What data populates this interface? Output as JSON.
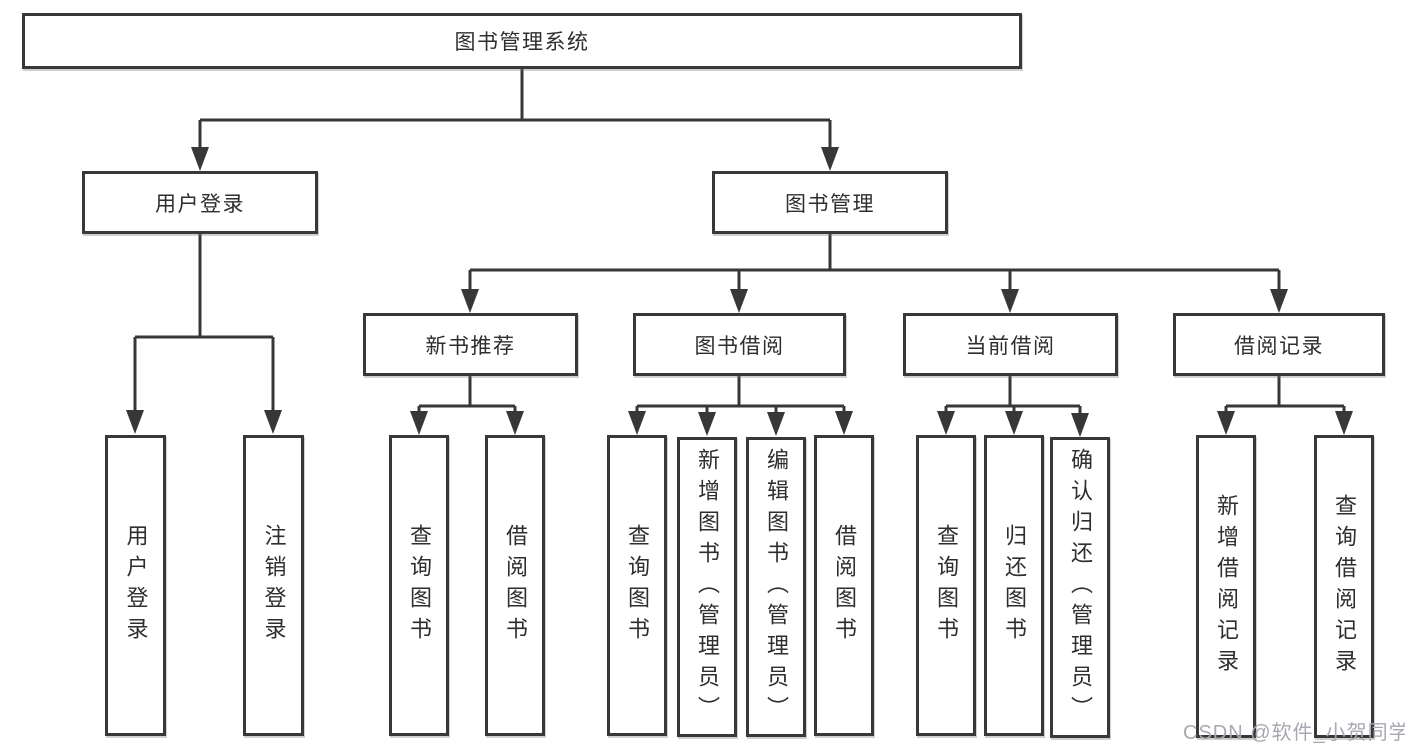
{
  "tree": {
    "label": "图书管理系统",
    "children": [
      {
        "label": "用户登录",
        "children": [
          {
            "label": "用户登录"
          },
          {
            "label": "注销登录"
          }
        ]
      },
      {
        "label": "图书管理",
        "children": [
          {
            "label": "新书推荐",
            "children": [
              {
                "label": "查询图书"
              },
              {
                "label": "借阅图书"
              }
            ]
          },
          {
            "label": "图书借阅",
            "children": [
              {
                "label": "查询图书"
              },
              {
                "label": "新增图书（管理员）"
              },
              {
                "label": "编辑图书（管理员）"
              },
              {
                "label": "借阅图书"
              }
            ]
          },
          {
            "label": "当前借阅",
            "children": [
              {
                "label": "查询图书"
              },
              {
                "label": "归还图书"
              },
              {
                "label": "确认归还（管理员）"
              }
            ]
          },
          {
            "label": "借阅记录",
            "children": [
              {
                "label": "新增借阅记录"
              },
              {
                "label": "查询借阅记录"
              }
            ]
          }
        ]
      }
    ]
  },
  "watermark": {
    "text": "CSDN @软件_小贺同学"
  },
  "colors": {
    "line": "#373737",
    "box_border": "#383838",
    "text": "#2e2e2e",
    "watermark": "#a7a8b0",
    "background": "#ffffff"
  }
}
